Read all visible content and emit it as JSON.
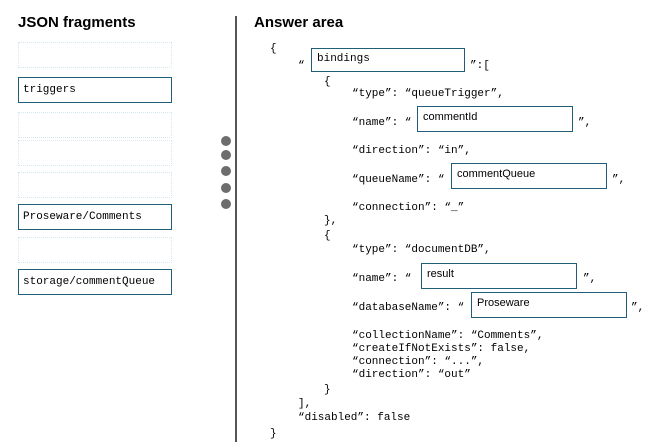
{
  "left_panel": {
    "title": "JSON fragments",
    "fragments": [
      "",
      "triggers",
      "",
      "",
      "",
      "Proseware/Comments",
      "",
      "storage/commentQueue"
    ]
  },
  "right_panel": {
    "title": "Answer area",
    "code": {
      "open_brace": "{",
      "bindings_prefix": "“",
      "bindings_suffix": "”:[",
      "obj1_open": "{",
      "line_type1": "“type”: “queueTrigger”,",
      "name1_prefix": "“name”: “",
      "name1_suffix": "”,",
      "line_direction1": "“direction”: “in”,",
      "queue_prefix": "“queueName”: “",
      "queue_suffix": "”,",
      "line_connection1": "“connection”: “_”",
      "obj1_close": "},",
      "obj2_open": "{",
      "line_type2": "“type”: “documentDB”,",
      "name2_prefix": "“name”: “",
      "name2_suffix": "”,",
      "db_prefix": "“databaseName”: “",
      "db_suffix": "”,",
      "line_collection": "“collectionName”: “Comments”,",
      "line_create": "“createIfNotExists”: false,",
      "line_connection2": "“connection”: “...”,",
      "line_direction2": "“direction”: “out”",
      "obj2_close": "}",
      "array_close": "],",
      "line_disabled": "“disabled”: false",
      "close_brace": "}"
    },
    "drop_targets": {
      "bindings": "bindings",
      "name1": "commentId",
      "queue_name": "commentQueue",
      "name2": "result",
      "database_name": "Proseware"
    }
  }
}
